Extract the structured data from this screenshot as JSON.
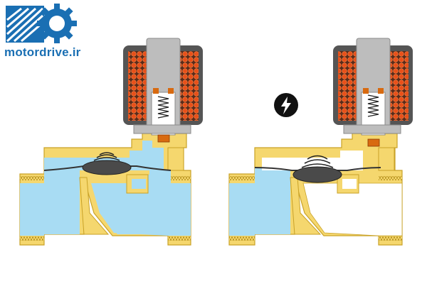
{
  "brand": {
    "name": "motordrive.ir"
  },
  "icons": {
    "logo": "motordrive-gear-logo",
    "power": "lightning-bolt-icon"
  },
  "colors": {
    "brand_blue": "#1a6fb3",
    "brass": "#f5d76e",
    "brass_edge": "#c9a227",
    "fluid": "#a8dcf3",
    "coil_housing": "#555555",
    "coil_wire": "#e8501a",
    "plunger": "#bdbdbd",
    "diaphragm": "#4a4a4a",
    "seal": "#d86a10"
  },
  "valves": [
    {
      "state": "de-energized-open"
    },
    {
      "state": "energized-closed"
    }
  ]
}
